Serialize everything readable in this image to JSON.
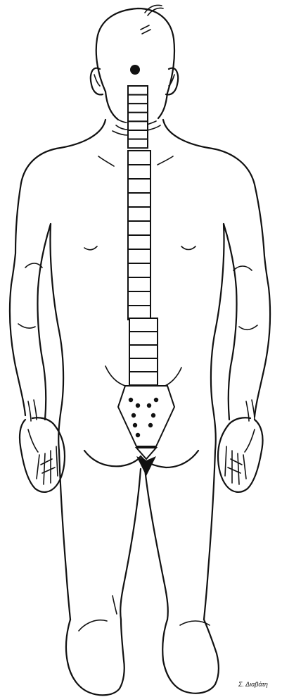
{
  "credit": "Σ. Διαβάτη",
  "colors": {
    "ink": "#111111",
    "paper": "#ffffff"
  },
  "figure": {
    "subject": "human-body-back-view",
    "spine": {
      "cervical_count": 7,
      "thoracic_count": 12,
      "lumbar_count": 5
    },
    "sacrum_dots": 9
  }
}
